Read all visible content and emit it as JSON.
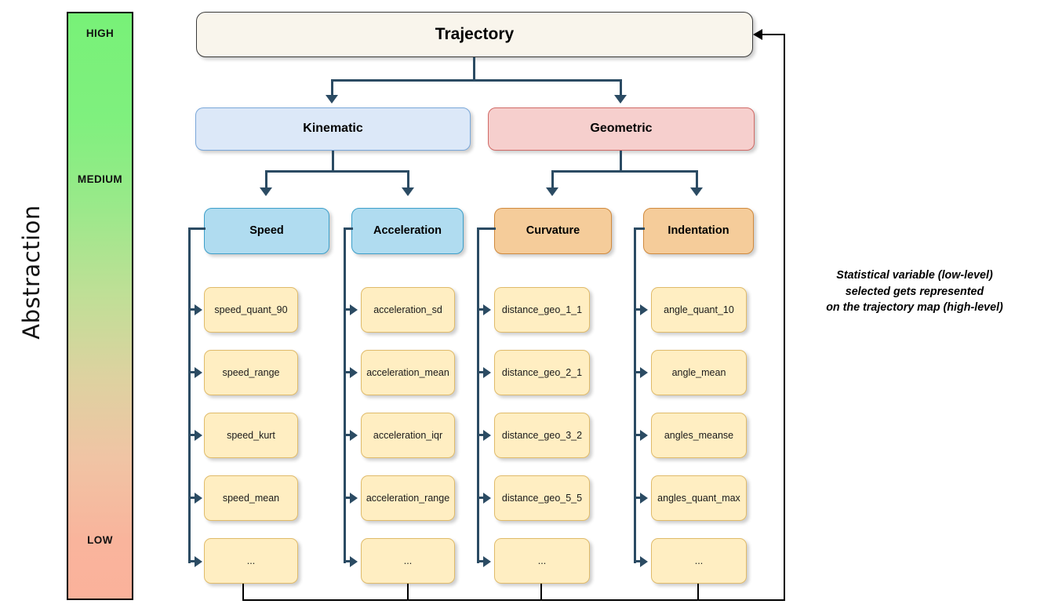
{
  "axis": {
    "title": "Abstraction",
    "ticks": [
      {
        "key": "high",
        "label": "HIGH"
      },
      {
        "key": "medium",
        "label": "MEDIUM"
      },
      {
        "key": "low",
        "label": "LOW"
      }
    ],
    "gradient": {
      "top_color": "#78f178",
      "mid_color": "#bfdf96",
      "bottom_color": "#fbb29b"
    }
  },
  "root": {
    "label": "Trajectory",
    "color": "#f9f5ec"
  },
  "branches": [
    {
      "label": "Kinematic",
      "color": "#dce8f8"
    },
    {
      "label": "Geometric",
      "color": "#f6cfcd"
    }
  ],
  "categories": [
    {
      "label": "Speed",
      "color": "#b0dcf0"
    },
    {
      "label": "Acceleration",
      "color": "#b0dcf0"
    },
    {
      "label": "Curvature",
      "color": "#f5cc9a"
    },
    {
      "label": "Indentation",
      "color": "#f5cc9a"
    }
  ],
  "leaves": {
    "color": "#ffeec2",
    "columns": [
      {
        "category": "Speed",
        "items": [
          "speed_quant_90",
          "speed_range",
          "speed_kurt",
          "speed_mean",
          "..."
        ]
      },
      {
        "category": "Acceleration",
        "items": [
          "acceleration_sd",
          "acceleration_mean",
          "acceleration_iqr",
          "acceleration_range",
          "..."
        ]
      },
      {
        "category": "Curvature",
        "items": [
          "distance_geo_1_1",
          "distance_geo_2_1",
          "distance_geo_3_2",
          "distance_geo_5_5",
          "..."
        ]
      },
      {
        "category": "Indentation",
        "items": [
          "angle_quant_10",
          "angle_mean",
          "angles_meanse",
          "angles_quant_max",
          "..."
        ]
      }
    ]
  },
  "annotation": {
    "line1": "Statistical variable (low-level)",
    "line2": "selected gets represented",
    "line3": "on the trajectory map (high-level)"
  },
  "connector_color": "#2b4b63",
  "feedback_color": "#000000"
}
